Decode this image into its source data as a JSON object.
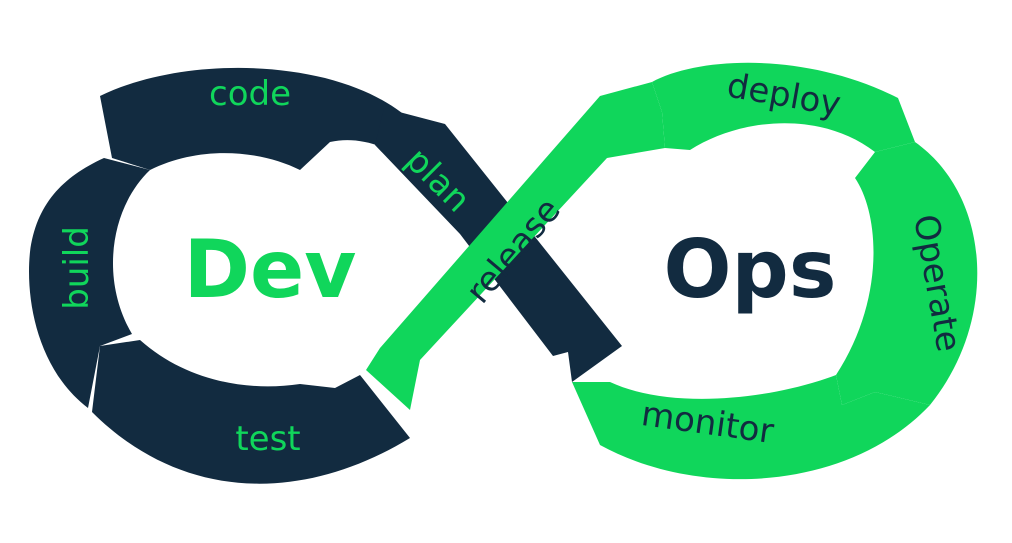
{
  "colors": {
    "dark": "#122b40",
    "green": "#10d65b",
    "background": "#ffffff"
  },
  "center": {
    "left": "Dev",
    "right": "Ops"
  },
  "stages": {
    "code": "code",
    "plan": "plan",
    "build": "build",
    "test": "test",
    "release": "release",
    "deploy": "deploy",
    "operate": "Operate",
    "monitor": "monitor"
  }
}
